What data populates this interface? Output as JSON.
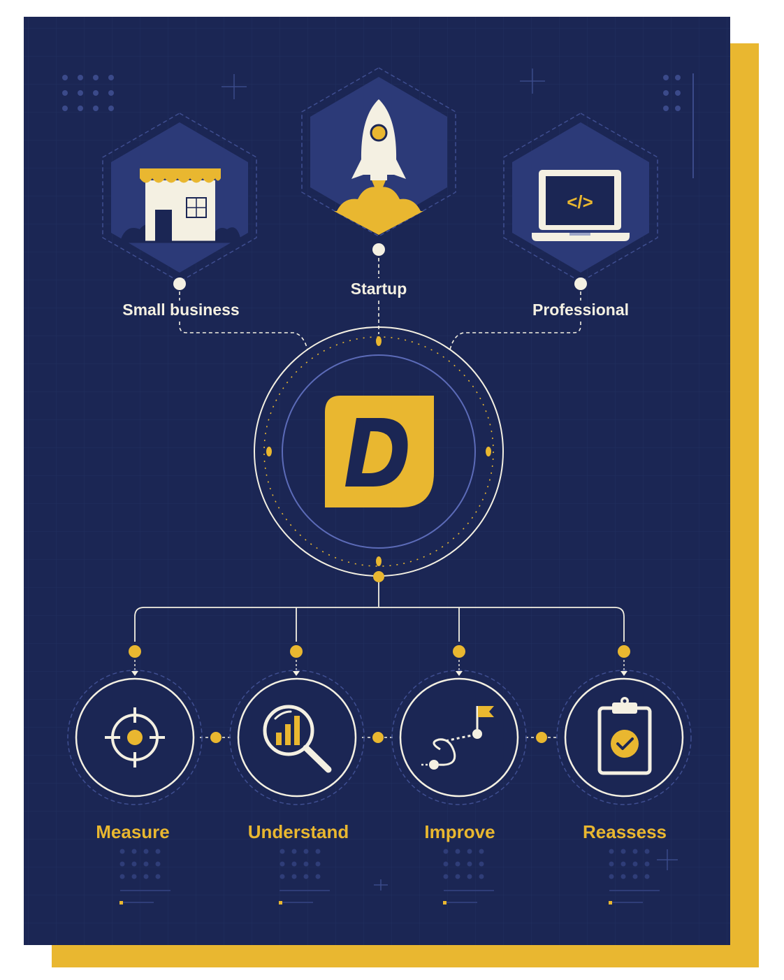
{
  "colors": {
    "background": "#1b2654",
    "accent": "#e9b730",
    "line": "#f4f0e2",
    "hexagon_fill": "#2c3a78",
    "ring_inner": "#5c6bb8"
  },
  "center_logo": {
    "letter": "D",
    "icon": "brand-logo-icon"
  },
  "audiences": [
    {
      "label": "Small business",
      "icon": "storefront-icon"
    },
    {
      "label": "Startup",
      "icon": "rocket-icon"
    },
    {
      "label": "Professional",
      "icon": "laptop-code-icon"
    }
  ],
  "laptop_code_text": "</>",
  "steps": [
    {
      "label": "Measure",
      "icon": "target-icon"
    },
    {
      "label": "Understand",
      "icon": "magnifier-chart-icon"
    },
    {
      "label": "Improve",
      "icon": "path-flag-icon"
    },
    {
      "label": "Reassess",
      "icon": "clipboard-check-icon"
    }
  ]
}
